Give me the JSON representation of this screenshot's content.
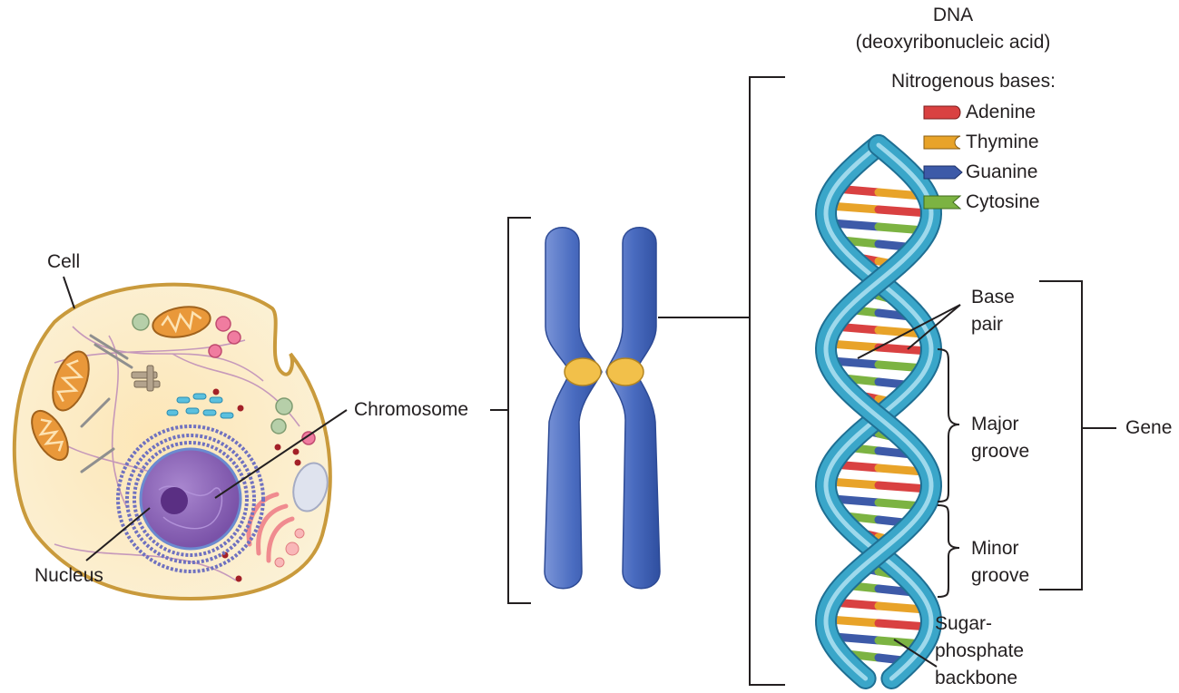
{
  "dna": {
    "title_line1": "DNA",
    "title_line2": "(deoxyribonucleic acid)"
  },
  "legend": {
    "title": "Nitrogenous bases:",
    "items": [
      {
        "label": "Adenine",
        "color": "#d94141",
        "icon": "rounded-tab"
      },
      {
        "label": "Thymine",
        "color": "#e8a329",
        "icon": "notched-tab"
      },
      {
        "label": "Guanine",
        "color": "#3d5aa8",
        "icon": "pointed-tab"
      },
      {
        "label": "Cytosine",
        "color": "#7cb342",
        "icon": "v-notch-tab"
      }
    ]
  },
  "labels": {
    "cell": "Cell",
    "nucleus": "Nucleus",
    "chromosome": "Chromosome",
    "base_pair_1": "Base",
    "base_pair_2": "pair",
    "major_groove_1": "Major",
    "major_groove_2": "groove",
    "minor_groove_1": "Minor",
    "minor_groove_2": "groove",
    "gene": "Gene",
    "backbone_1": "Sugar-",
    "backbone_2": "phosphate",
    "backbone_3": "backbone"
  },
  "colors": {
    "cytoplasm": "#fbecc4",
    "membrane": "#c99a3c",
    "nucleus": "#8a62b3",
    "er": "#6f71c0",
    "chromosome": "#4a6cc0",
    "centromere": "#f2c04a",
    "backbone": "#3aa6c9"
  }
}
